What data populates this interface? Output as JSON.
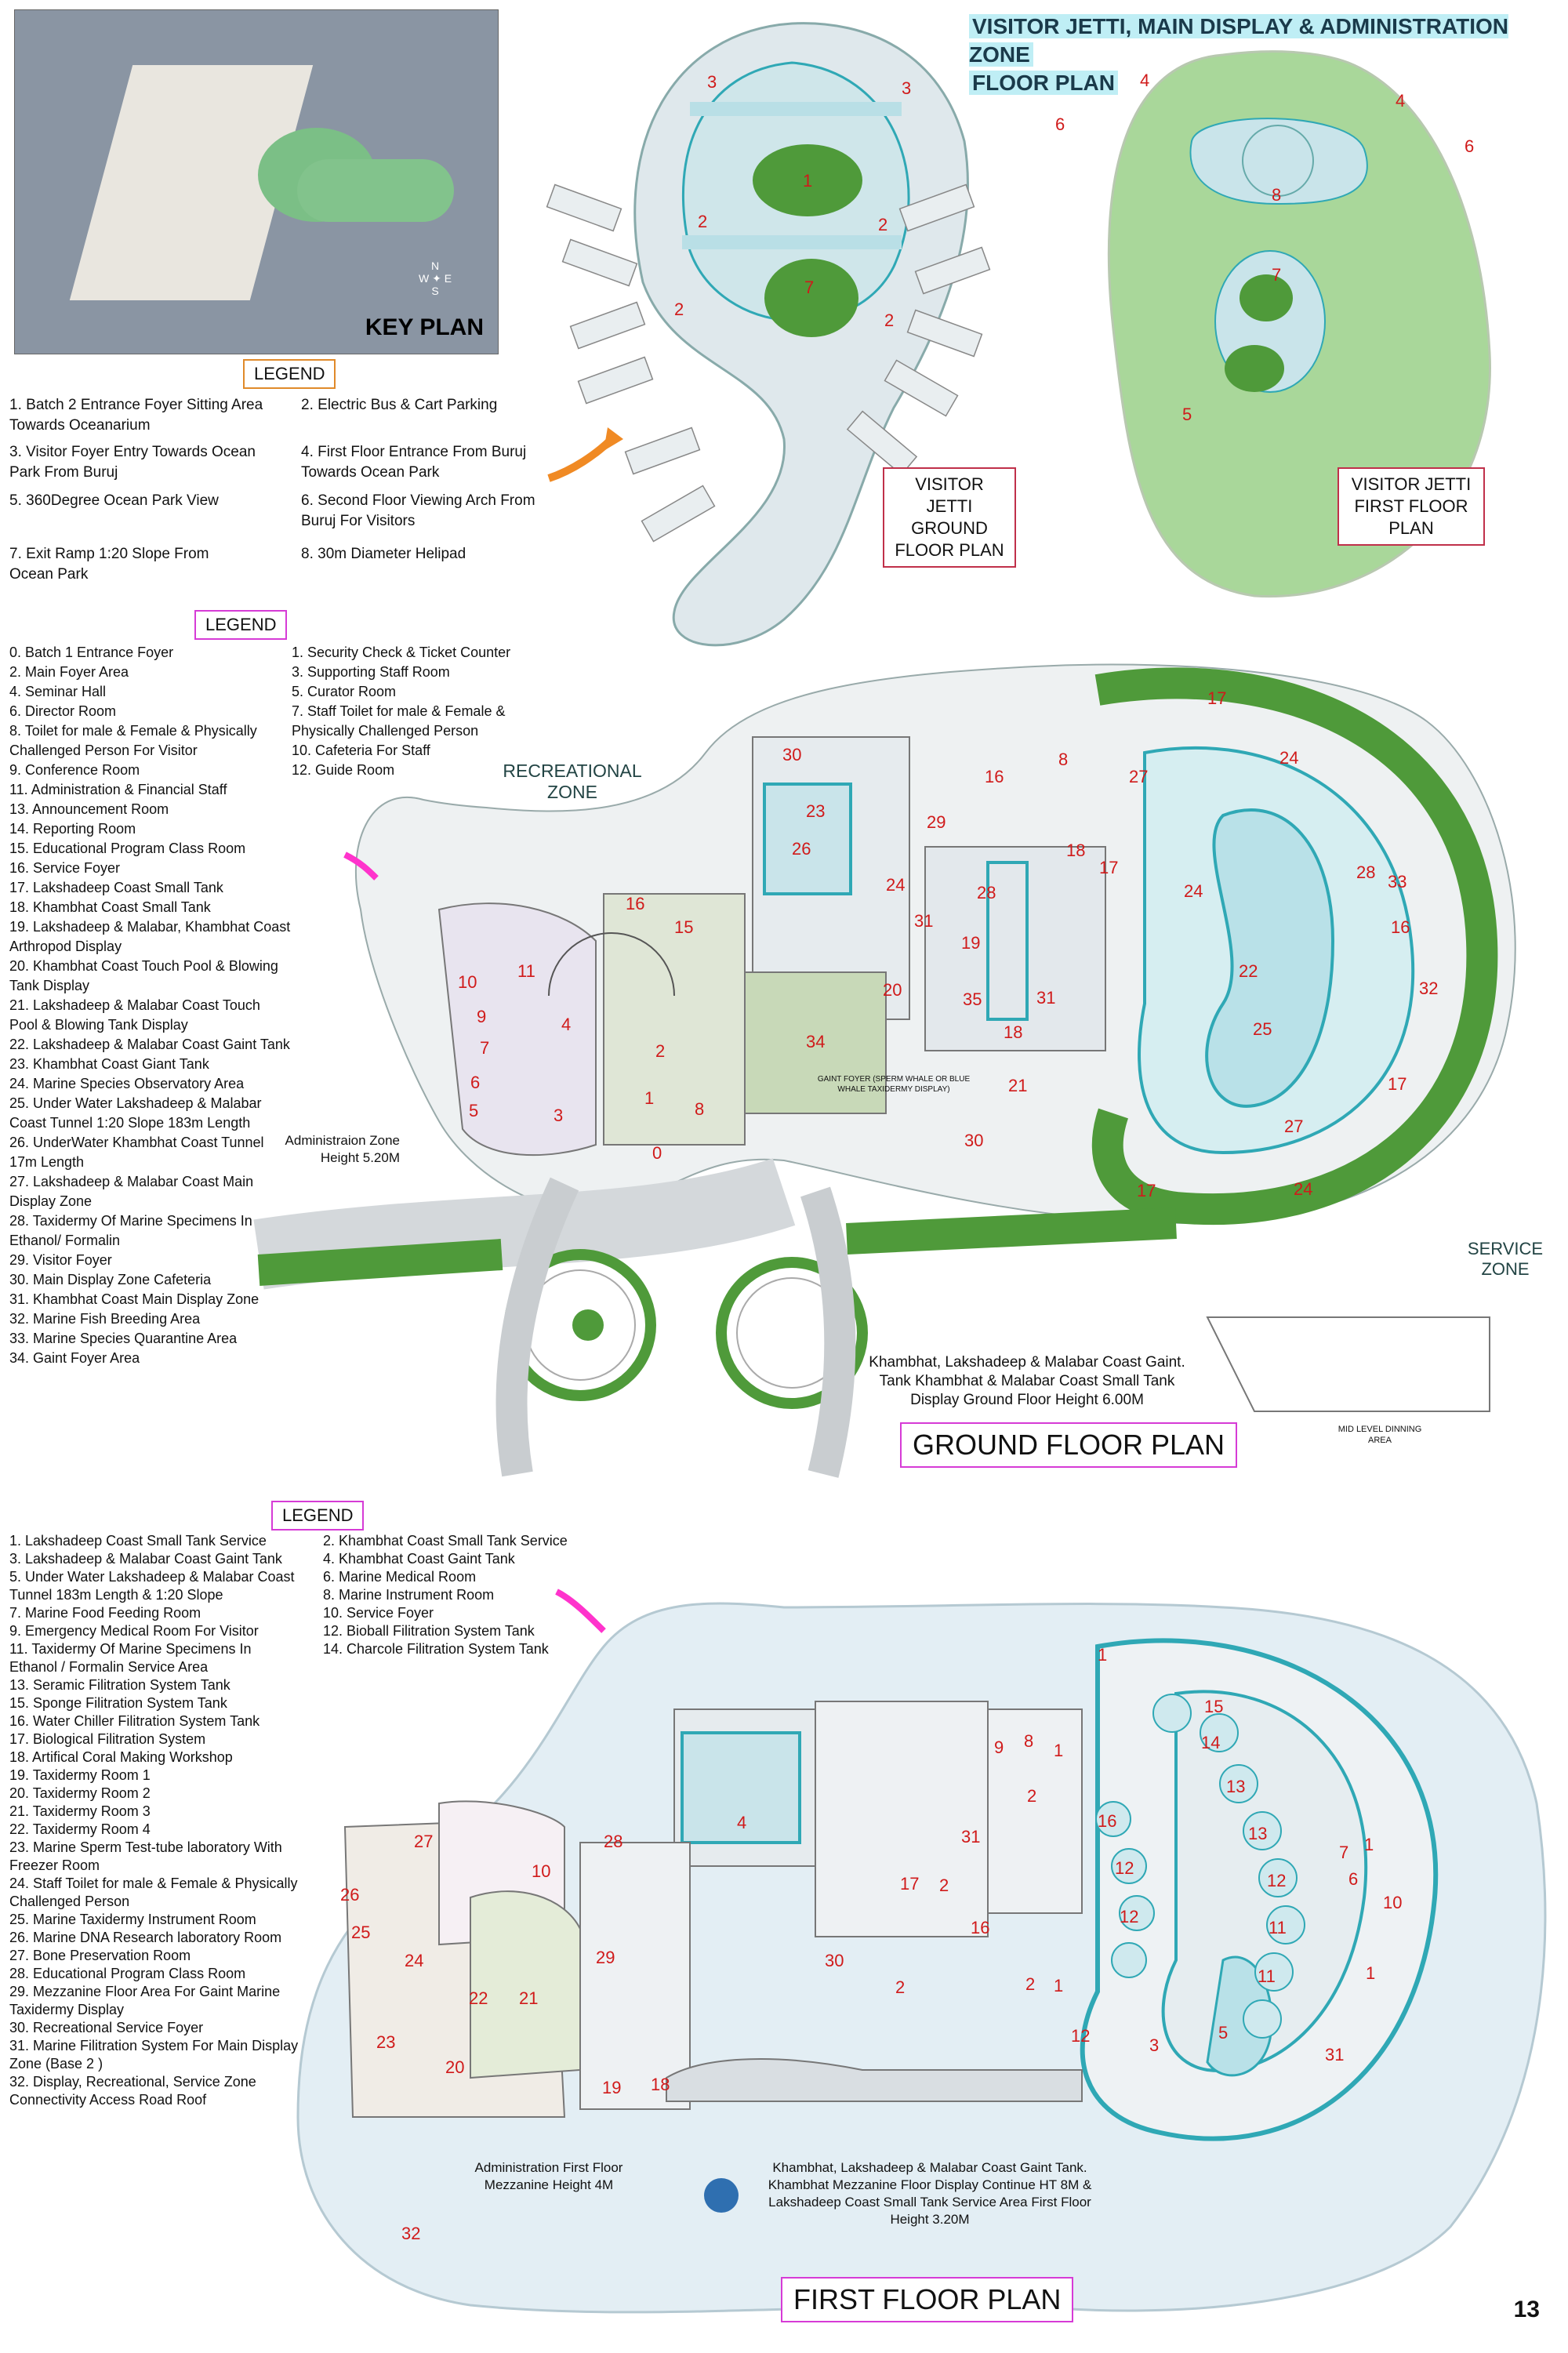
{
  "banner": {
    "line1": "VISITOR JETTI, MAIN DISPLAY & ADMINISTRATION ZONE",
    "line2": "FLOOR PLAN"
  },
  "key_plan": {
    "label": "KEY PLAN",
    "compass": [
      "N",
      "W",
      "E",
      "S"
    ]
  },
  "legend_titles": [
    "LEGEND",
    "LEGEND",
    "LEGEND"
  ],
  "jetti_legend": [
    {
      "no": "1.",
      "text": "Batch 2 Entrance Foyer Sitting Area Towards Oceanarium"
    },
    {
      "no": "2.",
      "text": "Electric Bus & Cart Parking"
    },
    {
      "no": "3.",
      "text": "Visitor Foyer Entry Towards Ocean Park From Buruj"
    },
    {
      "no": "4.",
      "text": "First Floor Entrance From Buruj Towards Ocean Park"
    },
    {
      "no": "5.",
      "text": "360Degree Ocean Park View"
    },
    {
      "no": "6.",
      "text": "Second Floor Viewing Arch From Buruj For Visitors"
    },
    {
      "no": "7.",
      "text": "Exit Ramp 1:20 Slope From Ocean Park"
    },
    {
      "no": "8.",
      "text": "30m Diameter Helipad"
    }
  ],
  "jetti_titles": {
    "ground": "VISITOR JETTI GROUND FLOOR PLAN",
    "first": "VISITOR JETTI FIRST FLOOR PLAN"
  },
  "ground_legend_left": [
    "0. Batch 1 Entrance Foyer",
    "2. Main Foyer Area",
    "4. Seminar Hall",
    "6. Director Room",
    "8. Toilet for male & Female & Physically Challenged Person For Visitor",
    "9. Conference Room",
    "11. Administration & Financial Staff",
    "13. Announcement Room",
    "14. Reporting Room",
    "15. Educational Program Class Room",
    "16. Service Foyer",
    "17. Lakshadeep Coast Small Tank",
    "18. Khambhat Coast Small Tank",
    "19. Lakshadeep & Malabar, Khambhat Coast Arthropod Display",
    "20. Khambhat Coast Touch Pool & Blowing Tank Display",
    "21. Lakshadeep & Malabar Coast Touch Pool & Blowing Tank Display",
    "22. Lakshadeep & Malabar Coast Gaint Tank",
    "23. Khambhat Coast Giant Tank",
    "24. Marine Species Observatory Area",
    "25. Under Water Lakshadeep & Malabar Coast Tunnel 1:20 Slope 183m Length",
    "26. UnderWater Khambhat Coast Tunnel 17m Length",
    "27. Lakshadeep & Malabar Coast Main Display Zone",
    "28. Taxidermy Of Marine Specimens In Ethanol/ Formalin",
    "29. Visitor Foyer",
    "30. Main Display Zone Cafeteria",
    "31. Khambhat Coast Main Display Zone",
    "32. Marine Fish Breeding Area",
    "33. Marine Species Quarantine Area",
    "34. Gaint Foyer Area"
  ],
  "ground_legend_right": [
    "1. Security Check & Ticket Counter",
    "3. Supporting Staff Room",
    "5. Curator Room",
    "7. Staff Toilet for male & Female & Physically Challenged Person",
    "10. Cafeteria For Staff",
    "12. Guide Room"
  ],
  "first_legend_left": [
    "1. Lakshadeep Coast Small Tank Service",
    "3. Lakshadeep & Malabar Coast Gaint Tank",
    "5. Under Water Lakshadeep & Malabar Coast Tunnel 183m Length & 1:20 Slope",
    "7. Marine Food Feeding Room",
    "9. Emergency Medical Room For Visitor",
    "11. Taxidermy Of Marine Specimens In Ethanol / Formalin Service Area",
    "13. Seramic Filitration System Tank",
    "15. Sponge Filitration System Tank",
    "16. Water Chiller Filitration System Tank",
    "17. Biological Filitration System",
    "18. Artifical Coral Making Workshop",
    "19. Taxidermy Room 1",
    "20. Taxidermy Room 2",
    "21. Taxidermy Room 3",
    "22. Taxidermy Room 4",
    "23. Marine Sperm Test-tube laboratory With Freezer Room",
    "24. Staff Toilet for male & Female & Physically Challenged Person",
    "25. Marine Taxidermy Instrument Room",
    "26. Marine DNA Research laboratory Room",
    "27. Bone Preservation Room",
    "28. Educational Program Class Room",
    "29. Mezzanine Floor Area For Gaint Marine Taxidermy Display",
    "30. Recreational Service Foyer",
    "31. Marine Filitration System For Main Display Zone (Base 2 )",
    "32. Display, Recreational, Service Zone Connectivity Access Road Roof"
  ],
  "first_legend_right": [
    "2. Khambhat Coast Small Tank Service",
    "4. Khambhat Coast Gaint Tank",
    "6. Marine Medical Room",
    "8. Marine Instrument Room",
    "10. Service Foyer",
    "12. Bioball Filitration System Tank",
    "14. Charcole Filitration System Tank"
  ],
  "zones": {
    "recreational": "RECREATIONAL ZONE",
    "service": "SERVICE ZONE"
  },
  "notes": {
    "admin_height": "Administraion Zone Height 5.20M",
    "ground_tank": "Khambhat, Lakshadeep & Malabar Coast Gaint. Tank Khambhat & Malabar Coast Small Tank Display Ground Floor Height 6.00M",
    "mid_level": "MID LEVEL DINNING AREA",
    "admin_mezz": "Administration First Floor Mezzanine Height 4M",
    "first_tank": "Khambhat, Lakshadeep & Malabar Coast Gaint Tank. Khambhat Mezzanine Floor Display Continue HT 8M & Lakshadeep Coast Small Tank Service Area First Floor Height 3.20M",
    "gaint_foyer": "GAINT FOYER (SPERM WHALE OR BLUE WHALE TAXIDERMY DISPLAY)"
  },
  "plan_titles": {
    "ground": "GROUND FLOOR PLAN",
    "first": "FIRST FLOOR PLAN"
  },
  "page_number": "13",
  "colors": {
    "grass": "#4f9a3a",
    "water": "#bfe4ea",
    "teal": "#2fa8b5",
    "paving": "#e7ecef",
    "red_label": "#d01a1a"
  }
}
